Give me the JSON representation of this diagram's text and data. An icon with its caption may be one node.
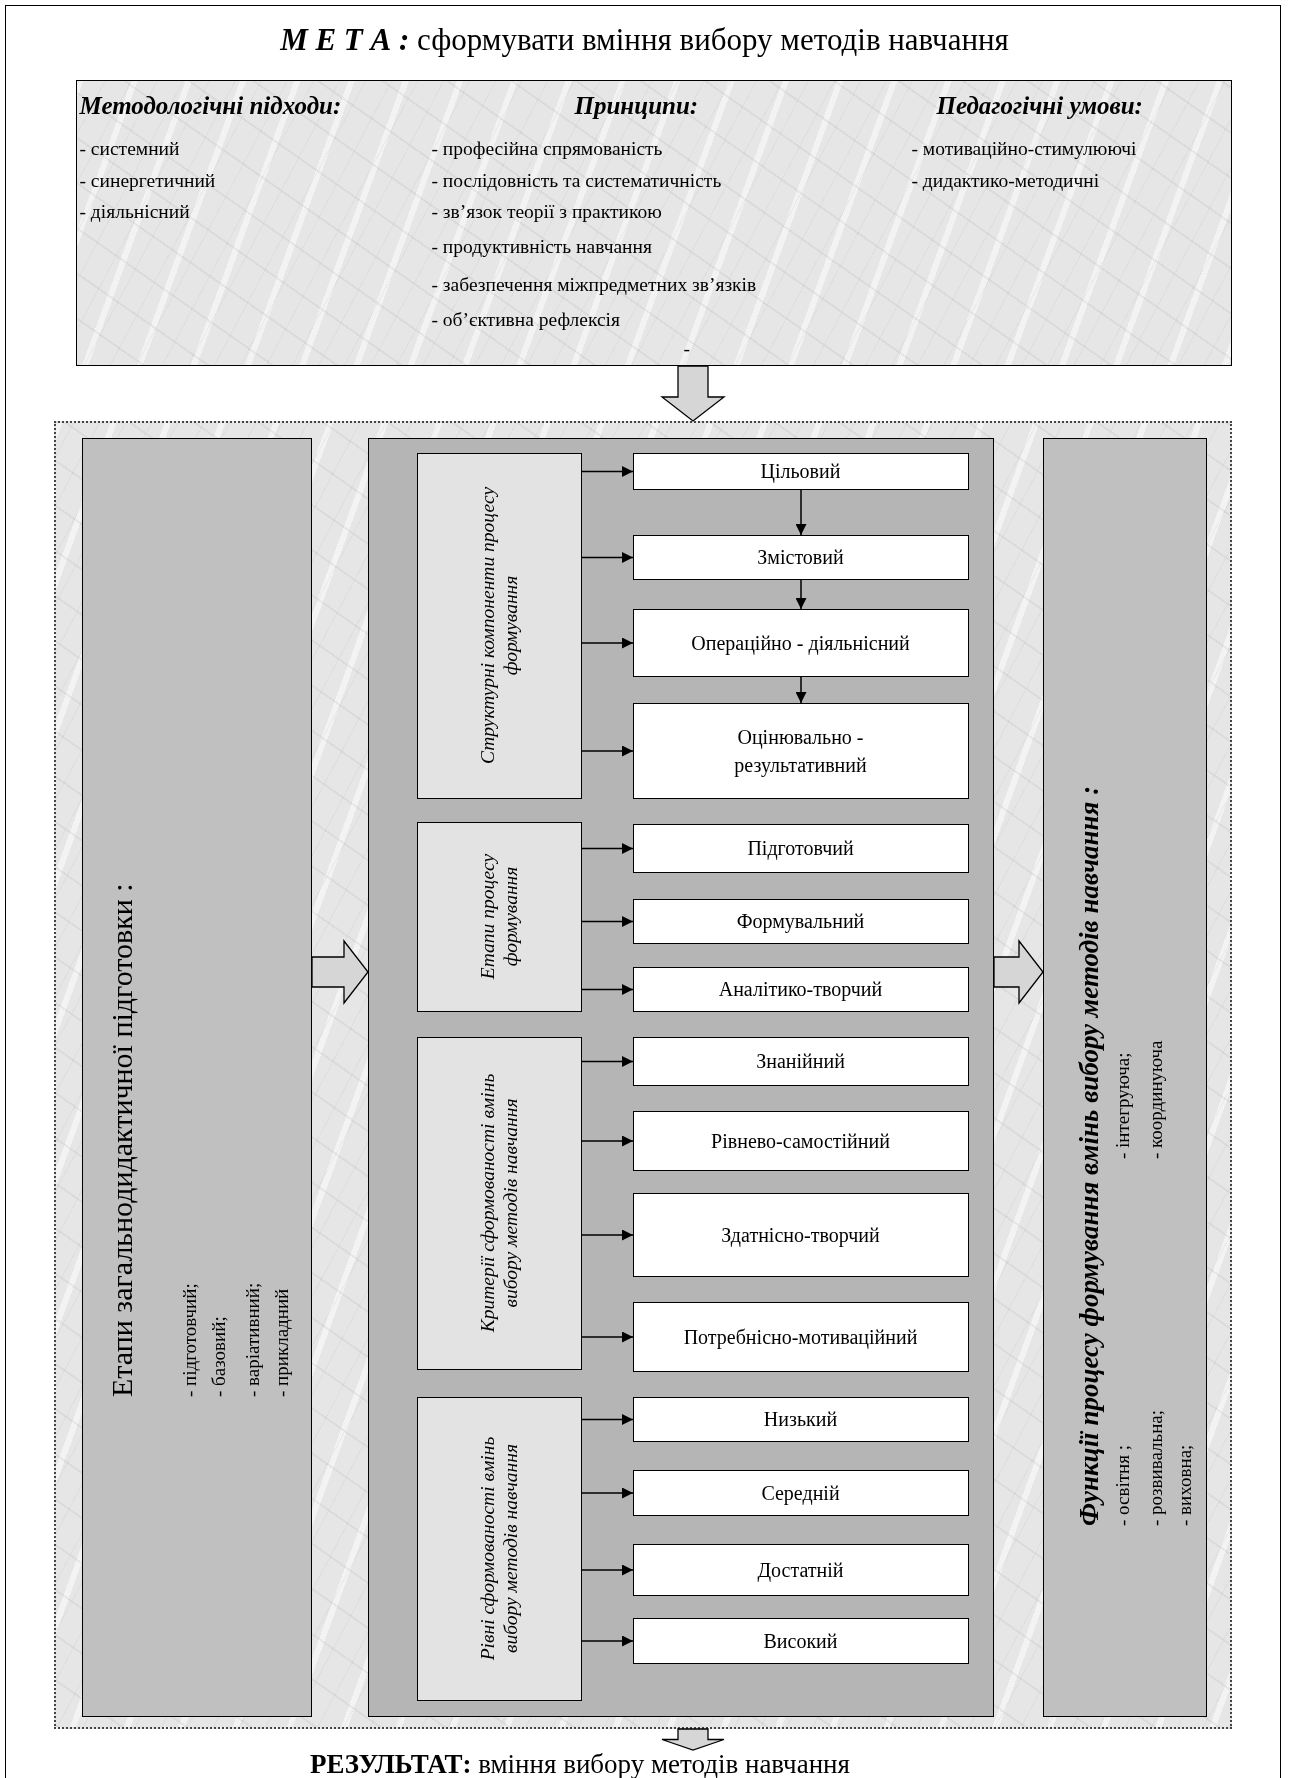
{
  "diagram": {
    "title": "**М Е Т А :** сформувати вміння вибору методів навчання",
    "nodes": [
      {
        "text": [
          "Методологічні підходи:",
          "- системний",
          "- синергетичний",
          "- діяльнісний",
          "Принципи:",
          "- професійна спрямованість",
          "- послідовність та систематичність",
          "- зв’язок теорії з практикою",
          "- продуктивність навчання",
          "- забезпечення міжпредметних зв’язків",
          "- об’єктивна рефлексія",
          "-",
          "Педагогічні умови:",
          "- мотиваційно-стимулюючі",
          "- дидактико-методичні"
        ]
      },
      {
        "text": [],
        "shape": "box"
      },
      {
        "text": [
          "Етапи загальнодидактичної підготовки :",
          "- підготовчий;",
          "- базовий;",
          "- варіативний;",
          "- прикладний"
        ],
        "in": 1
      },
      {
        "text": [],
        "shape": "box",
        "in": 1
      },
      {
        "text": [
          "Структурні компоненти процесу формування"
        ],
        "in": 3
      },
      {
        "text": [
          "Цільовий"
        ],
        "in": 3
      },
      {
        "text": [
          "Змістовий"
        ],
        "in": 3
      },
      {
        "text": [
          "Операційно - діяльнісний"
        ],
        "in": 3
      },
      {
        "text": [
          "Оцінювально - результативний"
        ],
        "in": 3
      },
      {
        "text": [
          "Етапи процесу формування"
        ],
        "in": 3
      },
      {
        "text": [
          "Підготовчий"
        ],
        "in": 3
      },
      {
        "text": [
          "Формувальний"
        ],
        "in": 3
      },
      {
        "text": [
          "Аналітико-творчий"
        ],
        "in": 3
      },
      {
        "text": [
          "Критерії сформованості вмінь вибору методів навчання"
        ],
        "in": 3
      },
      {
        "text": [
          "Знанійний"
        ],
        "in": 3
      },
      {
        "text": [
          "Рівнево-самостійний"
        ],
        "in": 3
      },
      {
        "text": [
          "Здатнісно-творчий"
        ],
        "in": 3
      },
      {
        "text": [
          "Потребнісно-мотиваційний"
        ],
        "in": 3
      },
      {
        "text": [
          "Рівні сформованості вмінь вибору методів навчання"
        ],
        "in": 3
      },
      {
        "text": [
          "Низький"
        ],
        "in": 3
      },
      {
        "text": [
          "Середній"
        ],
        "in": 3
      },
      {
        "text": [
          "Достатній"
        ],
        "in": 3
      },
      {
        "text": [
          "Високий"
        ],
        "in": 3
      },
      {
        "text": [
          "Функції процесу формування вмінь вибору методів навчання :",
          "- освітня ;",
          "- розвивальна;",
          "- виховна;",
          "- інтегруюча;",
          "- координуюча"
        ],
        "in": 1
      },
      {
        "text": [
          "**РЕЗУЛЬТАТ:** вміння вибору методів навчання"
        ]
      }
    ],
    "edges": [
      {
        "from": 0,
        "to": 1,
        "arrow": "to",
        "style": "thick"
      },
      {
        "from": 2,
        "to": 3,
        "arrow": "to",
        "style": "thick"
      },
      {
        "from": 3,
        "to": 23,
        "arrow": "to",
        "style": "thick"
      },
      {
        "from": 1,
        "to": 24,
        "arrow": "to",
        "style": "thick"
      },
      {
        "from": 4,
        "to": 5,
        "arrow": "to"
      },
      {
        "from": 4,
        "to": 6,
        "arrow": "to"
      },
      {
        "from": 4,
        "to": 7,
        "arrow": "to"
      },
      {
        "from": 4,
        "to": 8,
        "arrow": "to"
      },
      {
        "from": 5,
        "to": 6,
        "arrow": "to"
      },
      {
        "from": 6,
        "to": 7,
        "arrow": "to"
      },
      {
        "from": 7,
        "to": 8,
        "arrow": "to"
      },
      {
        "from": 9,
        "to": 10,
        "arrow": "to"
      },
      {
        "from": 9,
        "to": 11,
        "arrow": "to"
      },
      {
        "from": 9,
        "to": 12,
        "arrow": "to"
      },
      {
        "from": 13,
        "to": 14,
        "arrow": "to"
      },
      {
        "from": 13,
        "to": 15,
        "arrow": "to"
      },
      {
        "from": 13,
        "to": 16,
        "arrow": "to"
      },
      {
        "from": 13,
        "to": 17,
        "arrow": "to"
      },
      {
        "from": 18,
        "to": 19,
        "arrow": "to"
      },
      {
        "from": 18,
        "to": 20,
        "arrow": "to"
      },
      {
        "from": 18,
        "to": 21,
        "arrow": "to"
      },
      {
        "from": 18,
        "to": 22,
        "arrow": "to"
      }
    ]
  }
}
